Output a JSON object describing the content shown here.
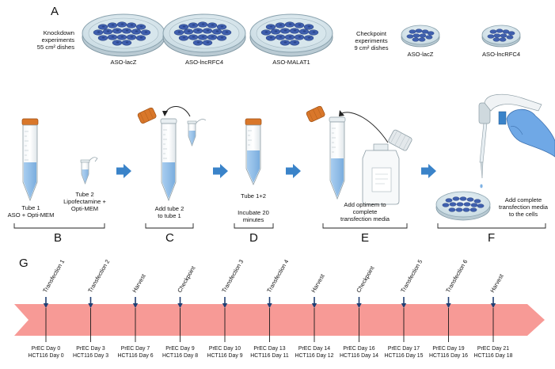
{
  "panel_A": {
    "letter": "A",
    "knockdown_caption": [
      "Knockdown",
      "experiments",
      "55 cm² dishes"
    ],
    "checkpoint_caption": [
      "Checkpoint",
      "experiments",
      "9 cm² dishes"
    ],
    "large_dishes": [
      "ASO-lacZ",
      "ASO-lncRFC4",
      "ASO-MALAT1"
    ],
    "small_dishes": [
      "ASO-lacZ",
      "ASO-lncRFC4"
    ]
  },
  "steps": {
    "B": {
      "letter": "B",
      "tube1": [
        "Tube 1",
        "ASO + Opti-MEM"
      ],
      "tube2": [
        "Tube 2",
        "Lipofectamine +",
        "Opti-MEM"
      ]
    },
    "C": {
      "letter": "C",
      "text": [
        "Add tube 2",
        "to tube 1"
      ]
    },
    "D": {
      "letter": "D",
      "label_top": "Tube 1+2",
      "text": [
        "Incubate 20",
        "minutes"
      ]
    },
    "E": {
      "letter": "E",
      "text": [
        "Add optimem to",
        "complete",
        "transfection media"
      ]
    },
    "F": {
      "letter": "F",
      "text": [
        "Add complete",
        "transfection media",
        "to the cells"
      ]
    }
  },
  "timeline": {
    "letter": "G",
    "events": [
      {
        "label": "Transfection 1",
        "day1": "PrEC Day 0",
        "day2": "HCT116 Day 0"
      },
      {
        "label": "Transfection 2",
        "day1": "PrEC Day 3",
        "day2": "HCT116 Day 3"
      },
      {
        "label": "Harvest",
        "day1": "PrEC Day 7",
        "day2": "HCT116 Day 6"
      },
      {
        "label": "Checkpoint",
        "day1": "PrEC Day 9",
        "day2": "HCT116 Day 8"
      },
      {
        "label": "Transfection 3",
        "day1": "PrEC Day 10",
        "day2": "HCT116 Day 9"
      },
      {
        "label": "Transfection 4",
        "day1": "PrEC Day 13",
        "day2": "HCT116 Day 11"
      },
      {
        "label": "Harvest",
        "day1": "PrEC Day 14",
        "day2": "HCT116 Day 12"
      },
      {
        "label": "Checkpoint",
        "day1": "PrEC Day 16",
        "day2": "HCT116 Day 14"
      },
      {
        "label": "Transfection 5",
        "day1": "PrEC Day 17",
        "day2": "HCT116 Day 15"
      },
      {
        "label": "Transfection 6",
        "day1": "PrEC Day 19",
        "day2": "HCT116 Day 16"
      },
      {
        "label": "Harvest",
        "day1": "PrEC Day 21",
        "day2": "HCT116 Day 18"
      }
    ]
  },
  "colors": {
    "arrow_blue": "#3a83c9",
    "timeline_salmon": "#f79a96",
    "cap_orange": "#d9772a",
    "dish_blue": "#3f5fae",
    "marker_navy": "#1f3f74"
  }
}
